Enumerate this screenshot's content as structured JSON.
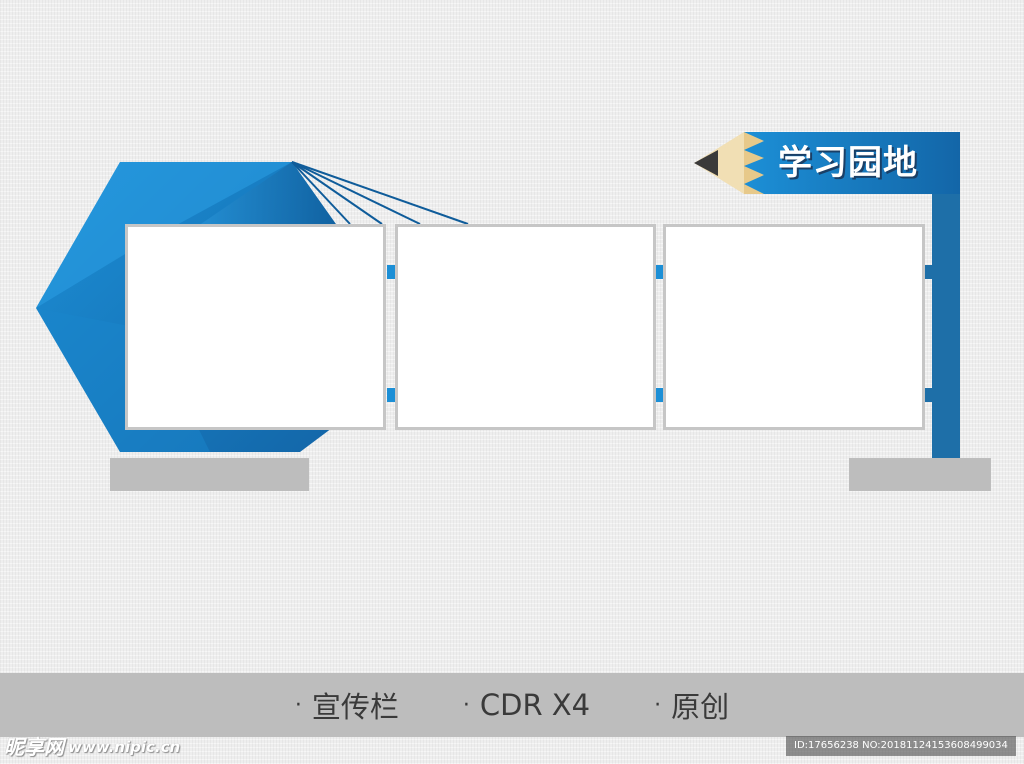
{
  "sign": {
    "title": "学习园地"
  },
  "info_bar": {
    "items": [
      {
        "dot": "·",
        "label": "宣传栏"
      },
      {
        "dot": "·",
        "label": "CDR X4"
      },
      {
        "dot": "·",
        "label": "原创"
      }
    ]
  },
  "watermark": {
    "brand": "昵享网",
    "url": "www.nipic.cn",
    "id_text": "ID:17656238 NO:20181124153608499034"
  },
  "colors": {
    "brand_blue": "#1e6fa8",
    "light_blue": "#1c8fd6",
    "base_gray": "#bdbdbd",
    "board_border": "#c6c6c6"
  }
}
